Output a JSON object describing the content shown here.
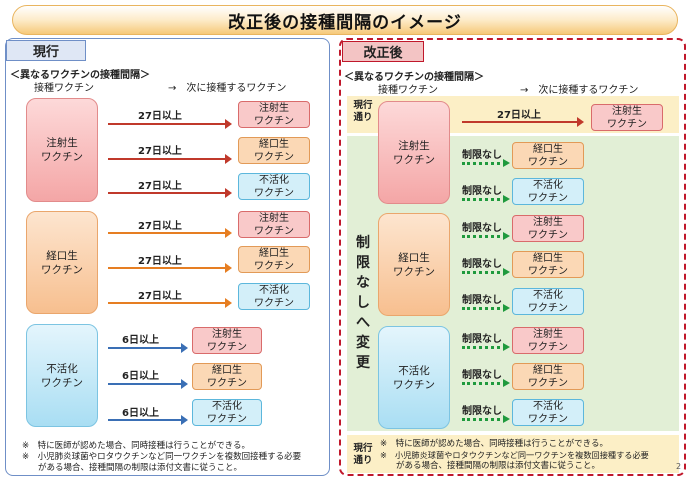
{
  "title": "改正後の接種間隔のイメージ",
  "left": {
    "tag": "現行",
    "subheading": "＜異なるワクチンの接種間隔＞",
    "col_from": "接種ワクチン",
    "col_to": "→　次に接種するワクチン",
    "groups": [
      {
        "name": "注射生\nワクチン",
        "rows": [
          {
            "interval": "27日以上",
            "target": "注射生\nワクチン"
          },
          {
            "interval": "27日以上",
            "target": "経口生\nワクチン"
          },
          {
            "interval": "27日以上",
            "target": "不活化\nワクチン"
          }
        ]
      },
      {
        "name": "経口生\nワクチン",
        "rows": [
          {
            "interval": "27日以上",
            "target": "注射生\nワクチン"
          },
          {
            "interval": "27日以上",
            "target": "経口生\nワクチン"
          },
          {
            "interval": "27日以上",
            "target": "不活化\nワクチン"
          }
        ]
      },
      {
        "name": "不活化\nワクチン",
        "rows": [
          {
            "interval": "6日以上",
            "target": "注射生\nワクチン"
          },
          {
            "interval": "6日以上",
            "target": "経口生\nワクチン"
          },
          {
            "interval": "6日以上",
            "target": "不活化\nワクチン"
          }
        ]
      }
    ],
    "notes": [
      "※　特に医師が認めた場合、同時接種は行うことができる。",
      "※　小児肺炎球菌やロタウクチンなど同一ワクチンを複数回接種する必要",
      "がある場合、接種間隔の制限は添付文書に従うこと。"
    ]
  },
  "right": {
    "tag": "改正後",
    "subheading": "＜異なるワクチンの接種間隔＞",
    "col_from": "接種ワクチン",
    "col_to": "→　次に接種するワクチン",
    "current_label": "現行\n通り",
    "top_row": {
      "interval": "27日以上",
      "target": "注射生\nワクチン"
    },
    "change_label": [
      "制",
      "限",
      "な",
      "し",
      "へ",
      "変",
      "更"
    ],
    "groups": [
      {
        "name": "注射生\nワクチン",
        "rows": [
          {
            "interval": "制限なし",
            "target": "経口生\nワクチン"
          },
          {
            "interval": "制限なし",
            "target": "不活化\nワクチン"
          }
        ]
      },
      {
        "name": "経口生\nワクチン",
        "rows": [
          {
            "interval": "制限なし",
            "target": "注射生\nワクチン"
          },
          {
            "interval": "制限なし",
            "target": "経口生\nワクチン"
          },
          {
            "interval": "制限なし",
            "target": "不活化\nワクチン"
          }
        ]
      },
      {
        "name": "不活化\nワクチン",
        "rows": [
          {
            "interval": "制限なし",
            "target": "注射生\nワクチン"
          },
          {
            "interval": "制限なし",
            "target": "経口生\nワクチン"
          },
          {
            "interval": "制限なし",
            "target": "不活化\nワクチン"
          }
        ]
      }
    ],
    "notes_label": "現行\n通り",
    "notes": [
      "※　特に医師が認めた場合、同時接種は行うことができる。",
      "※　小児肺炎球菌やロタウクチンなど同一ワクチンを複数回接種する必要",
      "がある場合、接種間隔の制限は添付文書に従うこと。"
    ]
  },
  "page_number": "2"
}
